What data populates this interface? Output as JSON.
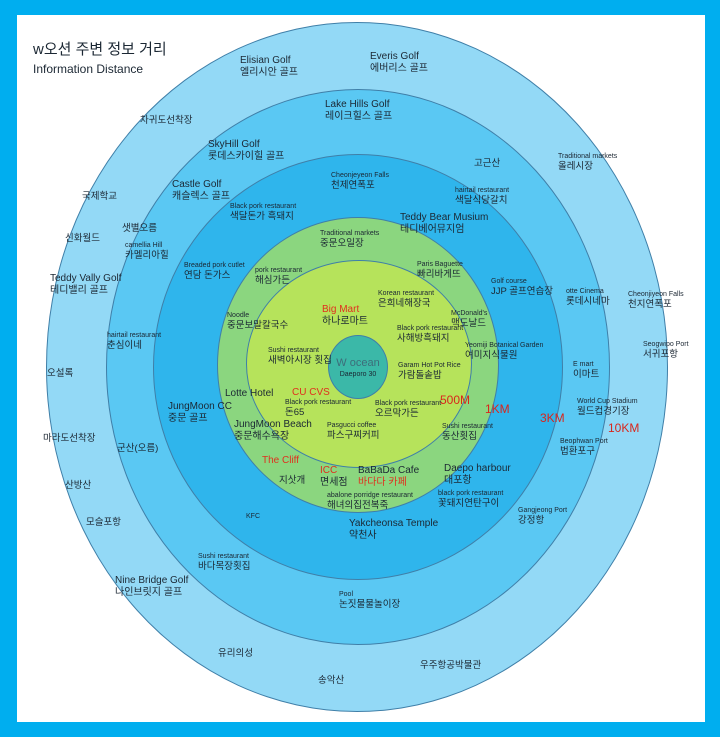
{
  "header": {
    "title": "w오션 주변 정보 거리",
    "subtitle": "Information Distance"
  },
  "center": {
    "name": "W ocean",
    "address": "Daeporo 30"
  },
  "distances": [
    "500M",
    "1KM",
    "3KM",
    "10KM"
  ],
  "colors": {
    "frame": "#00aeef",
    "ring_10km": "#93d9f6",
    "ring_3km": "#5ac8f3",
    "ring_1km": "#2fb5ec",
    "ring_green": "#8bd67f",
    "ring_500m": "#b6e35b",
    "center": "#3bb8a8",
    "accent": "#e0301e"
  },
  "places": [
    {
      "en": "Elisian Golf",
      "ko": "엘리시안 골프"
    },
    {
      "en": "Everis Golf",
      "ko": "에버리스 골프"
    },
    {
      "ko": "차귀도선착장"
    },
    {
      "en": "Lake Hills Golf",
      "ko": "레이크힐스 골프"
    },
    {
      "en": "SkyHill Golf",
      "ko": "롯데스카이힐 골프"
    },
    {
      "en": "Traditional markets",
      "ko": "올레시장"
    },
    {
      "ko": "고근산"
    },
    {
      "en": "Cheonjeyeon Falls",
      "ko": "천제연폭포"
    },
    {
      "en": "Castle Golf",
      "ko": "캐슬렉스 골프"
    },
    {
      "en": "hairtail restaurant",
      "ko": "색달식당갈치"
    },
    {
      "ko": "국제학교"
    },
    {
      "en": "Black pork restaurant",
      "ko": "색달돈가 흑돼지"
    },
    {
      "en": "Teddy Bear Musium",
      "ko": "테디베어뮤지엄"
    },
    {
      "ko": "샛별오름"
    },
    {
      "ko": "신화월드"
    },
    {
      "en": "Traditional markets",
      "ko": "중문오일장"
    },
    {
      "en": "camellia Hill",
      "ko": "카멜리아힐"
    },
    {
      "en": "Paris Baguette",
      "ko": "빠리바게뜨"
    },
    {
      "en": "Breaded pork cutlet",
      "ko": "연담 돈가스"
    },
    {
      "en": "pork restaurant",
      "ko": "해심가든"
    },
    {
      "en": "Teddy Vally Golf",
      "ko": "테디밸리 골프"
    },
    {
      "en": "Golf course",
      "ko": "JJP 골프연습장"
    },
    {
      "en": "Korean restaurant",
      "ko": "은희네해장국"
    },
    {
      "en": "otte Cinema",
      "ko": "롯데시네마"
    },
    {
      "en": "Cheonjiyeon Falls",
      "ko": "천지연폭포"
    },
    {
      "en": "Big Mart",
      "ko": "하나로마트"
    },
    {
      "en": "McDonald's",
      "ko": "맥도날드"
    },
    {
      "en": "Noodle",
      "ko": "중문보말칼국수"
    },
    {
      "en": "Black pork restaurant",
      "ko": "사해방흑돼지"
    },
    {
      "en": "hairtail restaurant",
      "ko": "춘심이네"
    },
    {
      "en": "Yeomiji Botanical Garden",
      "ko": "여미지식물원"
    },
    {
      "en": "Seogwipo Port",
      "ko": "서귀포항"
    },
    {
      "en": "Sushi restaurant",
      "ko": "새벽아시장 횟집"
    },
    {
      "en": "Garam Hot Pot Rice",
      "ko": "가람돌솥밥"
    },
    {
      "en": "E mart",
      "ko": "이마트"
    },
    {
      "ko": "오설록"
    },
    {
      "en": "Lotte Hotel"
    },
    {
      "en": "CU CVS"
    },
    {
      "en": "Black pork restaurant",
      "ko": "돈65"
    },
    {
      "en": "Black pork restaurant",
      "ko": "오르막가든"
    },
    {
      "en": "World Cup Stadium",
      "ko": "월드컵경기장"
    },
    {
      "en": "JungMoon CC",
      "ko": "중문 골프"
    },
    {
      "en": "Sushi restaurant",
      "ko": "동산횟집"
    },
    {
      "en": "Pasgucci coffee",
      "ko": "파스구찌커피"
    },
    {
      "en": "JungMoon Beach",
      "ko": "중문해수욕장"
    },
    {
      "ko": "마라도선착장"
    },
    {
      "ko": "군산(오름)"
    },
    {
      "en": "Beophwan Port",
      "ko": "법환포구"
    },
    {
      "en": "The Cliff"
    },
    {
      "ko": "지삿개"
    },
    {
      "en": "ICC",
      "ko": "면세점"
    },
    {
      "en": "BaBaDa Cafe",
      "ko": "바다다 카페"
    },
    {
      "en": "Daepo harbour",
      "ko": "대포항"
    },
    {
      "en": "abalone porridge restaurant",
      "ko": "해녀의집전복죽"
    },
    {
      "en": "black pork restaurant",
      "ko": "꽃돼지연탄구이"
    },
    {
      "ko": "산방산"
    },
    {
      "en": "KFC"
    },
    {
      "en": "Gangjeong Port",
      "ko": "강정항"
    },
    {
      "en": "Yakcheonsa Temple",
      "ko": "약천사"
    },
    {
      "ko": "모슬포항"
    },
    {
      "en": "Sushi restaurant",
      "ko": "바다목장횟집"
    },
    {
      "en": "Nine Bridge Golf",
      "ko": "나인브릿지 골프"
    },
    {
      "en": "Pool",
      "ko": "논짓물물놀이장"
    },
    {
      "ko": "유리의성"
    },
    {
      "ko": "우주항공박물관"
    },
    {
      "ko": "송악산"
    }
  ]
}
